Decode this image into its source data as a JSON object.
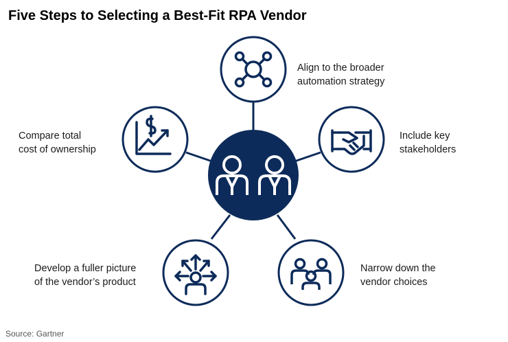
{
  "title": "Five Steps to Selecting a Best-Fit RPA Vendor",
  "source": "Source: Gartner",
  "center": {
    "icon": "business-people-icon"
  },
  "steps": [
    {
      "lines": [
        "Align to the broader",
        "automation strategy"
      ],
      "icon": "network-hub-icon"
    },
    {
      "lines": [
        "Include key",
        "stakeholders"
      ],
      "icon": "handshake-icon"
    },
    {
      "lines": [
        "Narrow down the",
        "vendor choices"
      ],
      "icon": "people-group-icon"
    },
    {
      "lines": [
        "Develop a fuller picture",
        "of the vendor’s product"
      ],
      "icon": "person-arrows-icon"
    },
    {
      "lines": [
        "Compare total",
        "cost of ownership"
      ],
      "icon": "rising-cost-chart-icon"
    }
  ],
  "colors": {
    "navy": "#0d2b5a",
    "text": "#1a1a1a",
    "source": "#555555"
  }
}
